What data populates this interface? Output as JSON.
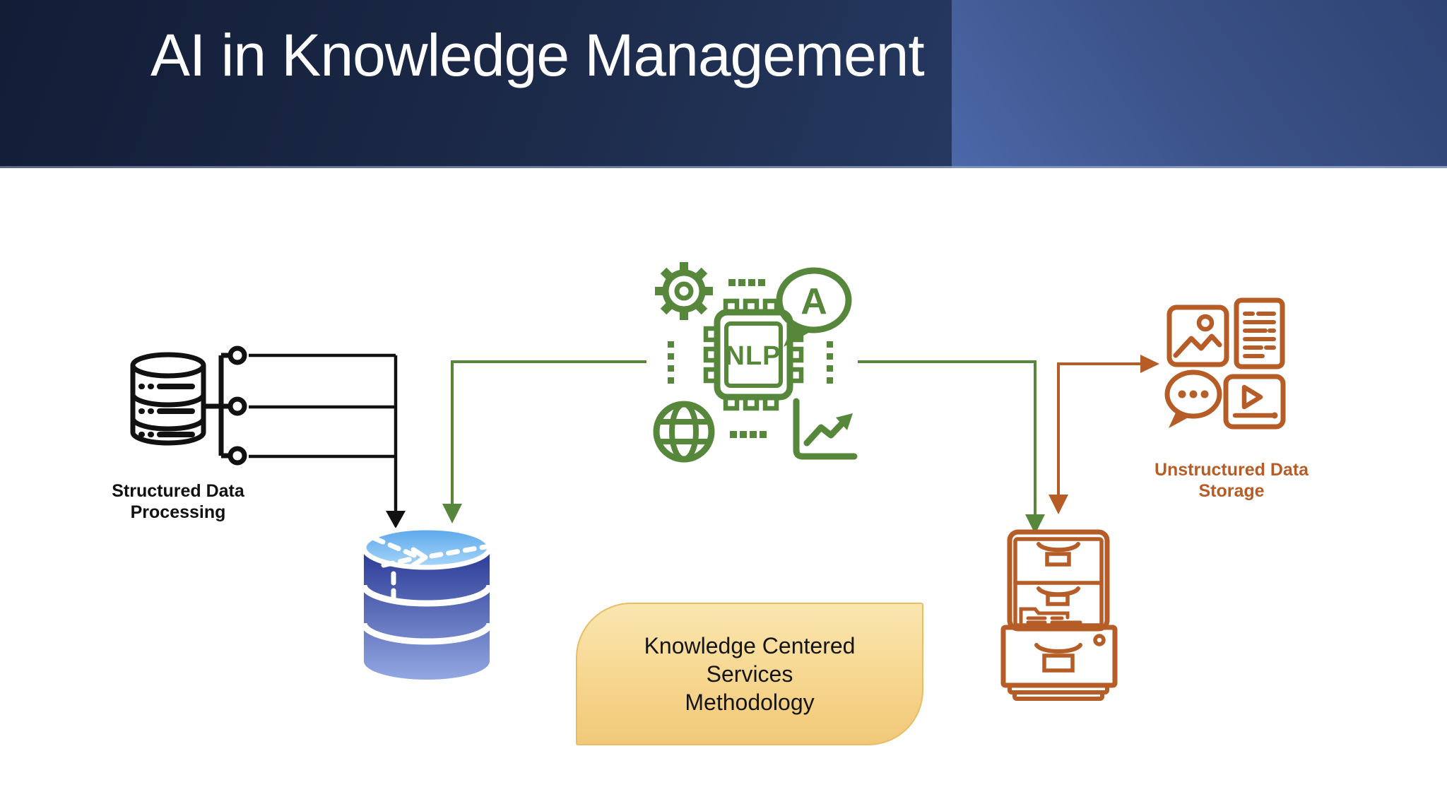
{
  "slide": {
    "title": "AI in Knowledge Management"
  },
  "colors": {
    "green": "#57873B",
    "orange": "#B65C26",
    "ink": "#111111",
    "kcs-text": "#151515",
    "kcs-fill-top": "#FAE6B0",
    "kcs-fill-bottom": "#F1C878",
    "kcs-border": "#E9BC66",
    "banner-dark": "#16223C",
    "banner-mid": "#2E4475",
    "banner-panel": "#4C68A9",
    "db-blue-top": "#59A5EB",
    "db-blue-light": "#A9D7F9",
    "db-body-dark": "#2B3A95",
    "db-body-light": "#93A7E2"
  },
  "diagram": {
    "structured_processing": {
      "icon": "database-icon",
      "label": [
        "Structured Data",
        "Processing"
      ]
    },
    "nlp_engine": {
      "icon": "nlp-chip-icon",
      "chip_label": "NLP",
      "bubble_letter": "A",
      "parts": [
        "gear-icon",
        "speech-bubble-icon",
        "nlp-chip-icon",
        "globe-icon",
        "trend-chart-icon",
        "circuit-dots"
      ]
    },
    "knowledge_base": {
      "icon": "knowledge-database-icon"
    },
    "kcs_box": {
      "lines": [
        "Knowledge Centered",
        "Services",
        "Methodology"
      ]
    },
    "unstructured_storage": {
      "label": [
        "Unstructured Data",
        "Storage"
      ],
      "parts": [
        "image-icon",
        "document-icon",
        "chat-bubble-icon",
        "video-player-icon"
      ]
    },
    "file_cabinet": {
      "icon": "file-cabinet-icon"
    },
    "connectors": [
      {
        "name": "structured-to-knowledge-base",
        "color": "ink",
        "style": "elbow-down-arrow"
      },
      {
        "name": "nlp-to-knowledge-base",
        "color": "green",
        "style": "elbow-down-arrow"
      },
      {
        "name": "nlp-to-file-cabinet",
        "color": "green",
        "style": "elbow-down-arrow"
      },
      {
        "name": "file-cabinet-to-unstructured",
        "color": "orange",
        "style": "elbow-two-arrows"
      }
    ]
  }
}
